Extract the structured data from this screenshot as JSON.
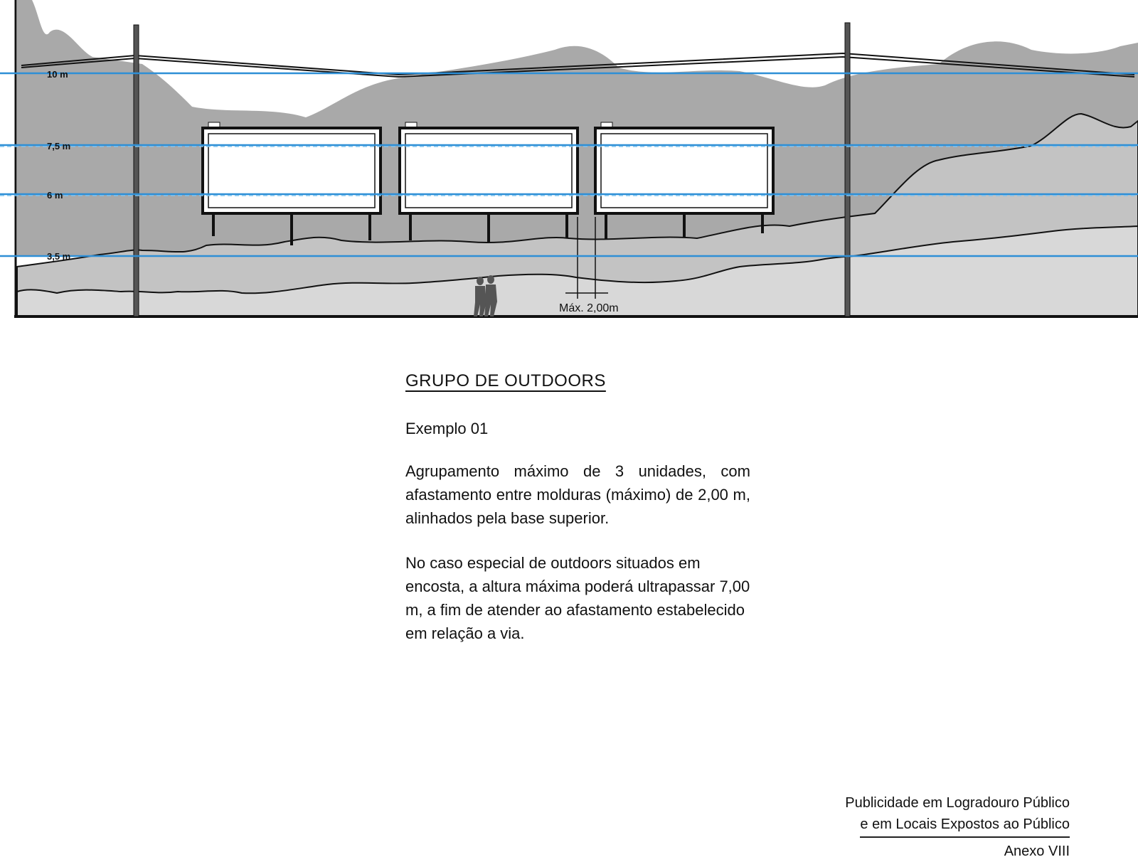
{
  "diagram": {
    "height_labels": [
      "10 m",
      "7,5 m",
      "6 m",
      "3,5 m"
    ],
    "spacing_label": "Máx. 2,00m",
    "billboard_count": 3,
    "colors": {
      "sky": "#a9a9a9",
      "ground_mid": "#c3c3c3",
      "ground_front": "#d8d8d8",
      "guide_line": "#2e8fd6",
      "billboard_face": "#ffffff",
      "structure": "#333333"
    }
  },
  "caption": {
    "title": "GRUPO DE OUTDOORS",
    "subtitle": "Exemplo 01",
    "paragraph_1": "Agrupamento máximo de 3 unidades, com afastamento entre molduras (máximo) de 2,00 m, alinhados pela base superior.",
    "paragraph_2": "No caso especial de outdoors situados em encosta, a altura máxima poderá ultrapassar 7,00 m, a fim de atender ao afastamento estabelecido em relação a via."
  },
  "footer": {
    "line_1": "Publicidade em Logradouro Público",
    "line_2": "e em Locais Expostos ao Público",
    "line_3": "Anexo VIII"
  }
}
